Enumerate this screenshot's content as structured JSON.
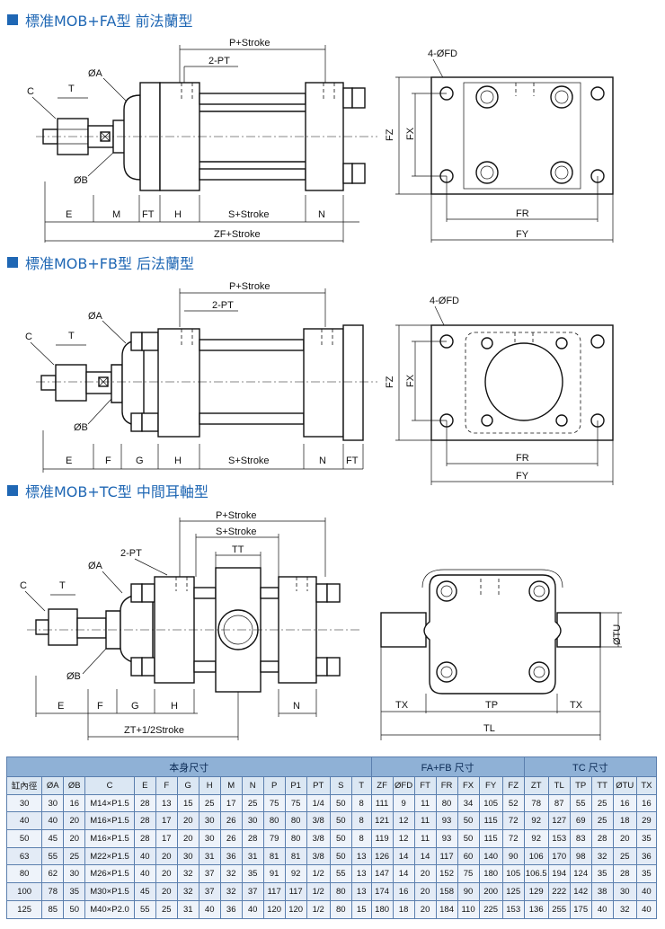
{
  "sections": [
    {
      "title": "標准MOB+FA型  前法蘭型"
    },
    {
      "title": "標准MOB+FB型  后法蘭型"
    },
    {
      "title": "標准MOB+TC型  中間耳軸型"
    }
  ],
  "diagram_fa": {
    "labels": {
      "p_stroke": "P+Stroke",
      "pt": "2-PT",
      "oa": "ØA",
      "c": "C",
      "t": "T",
      "ob": "ØB",
      "e": "E",
      "m": "M",
      "ft": "FT",
      "h": "H",
      "s_stroke": "S+Stroke",
      "n": "N",
      "zf_stroke": "ZF+Stroke",
      "fd": "4-ØFD",
      "fz": "FZ",
      "fx": "FX",
      "fr": "FR",
      "fy": "FY"
    }
  },
  "diagram_fb": {
    "labels": {
      "p_stroke": "P+Stroke",
      "pt": "2-PT",
      "oa": "ØA",
      "c": "C",
      "t": "T",
      "ob": "ØB",
      "e": "E",
      "f": "F",
      "g": "G",
      "h": "H",
      "s_stroke": "S+Stroke",
      "n": "N",
      "ft": "FT",
      "fd": "4-ØFD",
      "fz": "FZ",
      "fx": "FX",
      "fr": "FR",
      "fy": "FY"
    }
  },
  "diagram_tc": {
    "labels": {
      "p_stroke": "P+Stroke",
      "s_stroke": "S+Stroke",
      "tt": "TT",
      "pt": "2-PT",
      "oa": "ØA",
      "c": "C",
      "t": "T",
      "ob": "ØB",
      "e": "E",
      "f": "F",
      "g": "G",
      "h": "H",
      "n": "N",
      "zt": "ZT+1/2Stroke",
      "tu": "ØTU",
      "tx": "TX",
      "tp": "TP",
      "tl": "TL"
    }
  },
  "table": {
    "group_headers": [
      "本身尺寸",
      "FA+FB 尺寸",
      "TC 尺寸"
    ],
    "columns": [
      "缸內徑",
      "ØA",
      "ØB",
      "C",
      "E",
      "F",
      "G",
      "H",
      "M",
      "N",
      "P",
      "P1",
      "PT",
      "S",
      "T",
      "ZF",
      "ØFD",
      "FT",
      "FR",
      "FX",
      "FY",
      "FZ",
      "ZT",
      "TL",
      "TP",
      "TT",
      "ØTU",
      "TX"
    ],
    "rows": [
      [
        "30",
        "30",
        "16",
        "M14×P1.5",
        "28",
        "13",
        "15",
        "25",
        "17",
        "25",
        "75",
        "75",
        "1/4",
        "50",
        "8",
        "111",
        "9",
        "11",
        "80",
        "34",
        "105",
        "52",
        "78",
        "87",
        "55",
        "25",
        "16",
        "16"
      ],
      [
        "40",
        "40",
        "20",
        "M16×P1.5",
        "28",
        "17",
        "20",
        "30",
        "26",
        "30",
        "80",
        "80",
        "3/8",
        "50",
        "8",
        "121",
        "12",
        "11",
        "93",
        "50",
        "115",
        "72",
        "92",
        "127",
        "69",
        "25",
        "18",
        "29"
      ],
      [
        "50",
        "45",
        "20",
        "M16×P1.5",
        "28",
        "17",
        "20",
        "30",
        "26",
        "28",
        "79",
        "80",
        "3/8",
        "50",
        "8",
        "119",
        "12",
        "11",
        "93",
        "50",
        "115",
        "72",
        "92",
        "153",
        "83",
        "28",
        "20",
        "35"
      ],
      [
        "63",
        "55",
        "25",
        "M22×P1.5",
        "40",
        "20",
        "30",
        "31",
        "36",
        "31",
        "81",
        "81",
        "3/8",
        "50",
        "13",
        "126",
        "14",
        "14",
        "117",
        "60",
        "140",
        "90",
        "106",
        "170",
        "98",
        "32",
        "25",
        "36"
      ],
      [
        "80",
        "62",
        "30",
        "M26×P1.5",
        "40",
        "20",
        "32",
        "37",
        "32",
        "35",
        "91",
        "92",
        "1/2",
        "55",
        "13",
        "147",
        "14",
        "20",
        "152",
        "75",
        "180",
        "105",
        "106.5",
        "194",
        "124",
        "35",
        "28",
        "35"
      ],
      [
        "100",
        "78",
        "35",
        "M30×P1.5",
        "45",
        "20",
        "32",
        "37",
        "32",
        "37",
        "117",
        "117",
        "1/2",
        "80",
        "13",
        "174",
        "16",
        "20",
        "158",
        "90",
        "200",
        "125",
        "129",
        "222",
        "142",
        "38",
        "30",
        "40"
      ],
      [
        "125",
        "85",
        "50",
        "M40×P2.0",
        "55",
        "25",
        "31",
        "40",
        "36",
        "40",
        "120",
        "120",
        "1/2",
        "80",
        "15",
        "180",
        "18",
        "20",
        "184",
        "110",
        "225",
        "153",
        "136",
        "255",
        "175",
        "40",
        "32",
        "40"
      ]
    ]
  }
}
